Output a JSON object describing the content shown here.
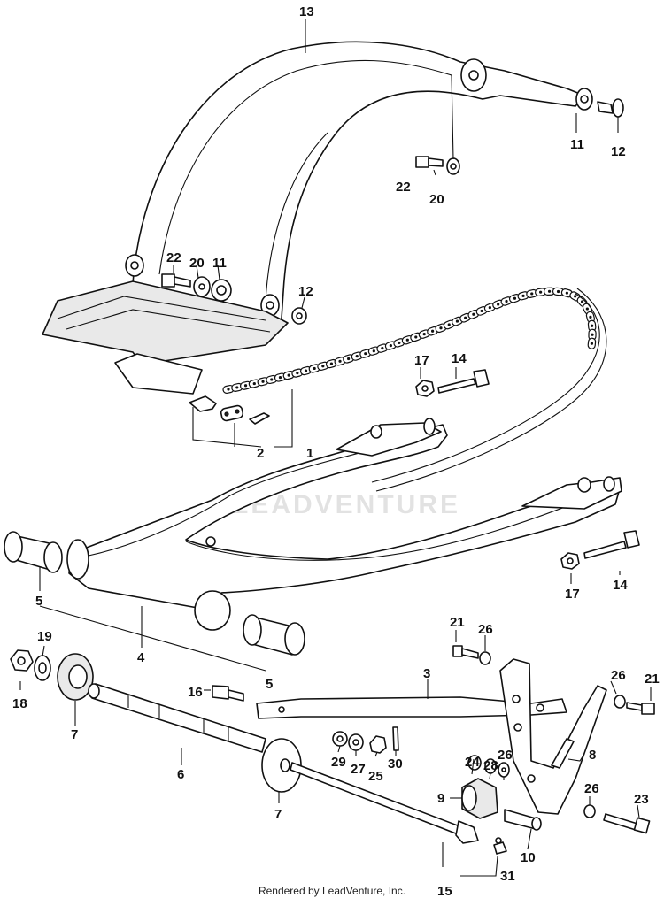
{
  "watermark_text": "LEADVENTURE",
  "footer_text": "Rendered by LeadVenture, Inc.",
  "callouts": {
    "c1": "1",
    "c2": "2",
    "c3": "3",
    "c4": "4",
    "c5a": "5",
    "c5b": "5",
    "c6": "6",
    "c7a": "7",
    "c7b": "7",
    "c8": "8",
    "c9": "9",
    "c10": "10",
    "c11a": "11",
    "c11b": "11",
    "c12a": "12",
    "c12b": "12",
    "c13": "13",
    "c14a": "14",
    "c14b": "14",
    "c15": "15",
    "c16": "16",
    "c17a": "17",
    "c17b": "17",
    "c18": "18",
    "c19": "19",
    "c20a": "20",
    "c20b": "20",
    "c21a": "21",
    "c21b": "21",
    "c22a": "22",
    "c22b": "22",
    "c23": "23",
    "c24": "24",
    "c25": "25",
    "c26a": "26",
    "c26b": "26",
    "c26c": "26",
    "c26d": "26",
    "c27": "27",
    "c28": "28",
    "c29": "29",
    "c30": "30",
    "c31": "31"
  }
}
